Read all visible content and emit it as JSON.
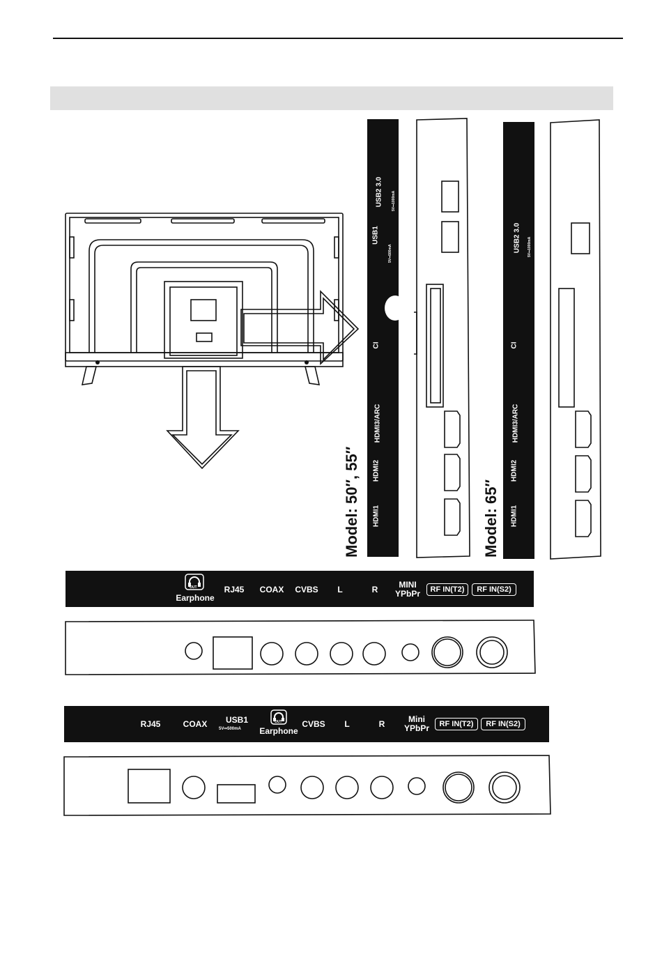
{
  "strip_50_55": {
    "usb2": "USB2 3.0",
    "usb2_spec": "5V⎓1000mA",
    "usb1": "USB1",
    "usb1_spec": "5V⎓500mA",
    "ci": "CI",
    "hdmi3": "HDMI3/ARC",
    "hdmi2": "HDMI2",
    "hdmi1": "HDMI1"
  },
  "strip_65": {
    "usb2": "USB2 3.0",
    "usb2_spec": "5V⎓1000mA",
    "ci": "CI",
    "hdmi3": "HDMI3/ARC",
    "hdmi2": "HDMI2",
    "hdmi1": "HDMI1"
  },
  "model_labels": {
    "model_50_55": "Model: 50″, 55″",
    "model_65": "Model: 65″"
  },
  "bottom_strip_1": {
    "earphone_icon": "OUT",
    "earphone": "Earphone",
    "rj45": "RJ45",
    "coax": "COAX",
    "cvbs": "CVBS",
    "l": "L",
    "r": "R",
    "mini": "MINI",
    "ypbpr": "YPbPr",
    "rf_t2": "RF IN(T2)",
    "rf_s2": "RF IN(S2)"
  },
  "bottom_strip_2": {
    "rj45": "RJ45",
    "coax": "COAX",
    "usb1": "USB1",
    "usb1_spec": "5V⎓500mA",
    "earphone_icon": "OUT",
    "earphone": "Earphone",
    "cvbs": "CVBS",
    "l": "L",
    "r": "R",
    "mini": "Mini",
    "ypbpr": "YPbPr",
    "rf_t2": "RF IN(T2)",
    "rf_s2": "RF IN(S2)"
  },
  "icons": [
    "headphone-icon",
    "hdmi-port-icon",
    "usb-port-icon",
    "rj45-port-icon",
    "rca-jack-icon",
    "arrow-right-icon",
    "arrow-down-icon"
  ]
}
